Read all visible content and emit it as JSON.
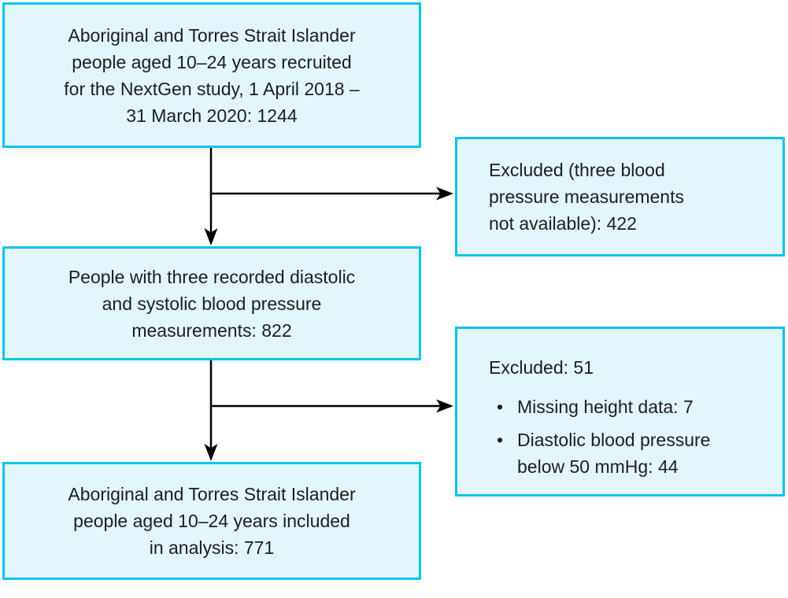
{
  "colors": {
    "box_border": "#0cc4e8",
    "box_fill": "#e2f6fc",
    "arrow": "#000000",
    "text": "#1e1e1e",
    "background": "#ffffff"
  },
  "boxes": {
    "recruited": {
      "text": "Aboriginal and Torres Strait Islander\npeople aged 10–24 years recruited\nfor the NextGen study, 1 April 2018 –\n31 March 2020: 1244"
    },
    "excluded_no_bp": {
      "text": "Excluded (three blood\npressure measurements\nnot available): 422"
    },
    "three_measurements": {
      "text": "People with three recorded diastolic\nand systolic blood pressure\nmeasurements: 822"
    },
    "excluded_other": {
      "title": "Excluded: 51",
      "bullet_glyph": "•",
      "items": [
        "Missing height data: 7",
        "Diastolic blood pressure\nbelow 50 mmHg: 44"
      ]
    },
    "included": {
      "text": "Aboriginal and Torres Strait Islander\npeople aged 10–24 years included\nin analysis: 771"
    }
  }
}
